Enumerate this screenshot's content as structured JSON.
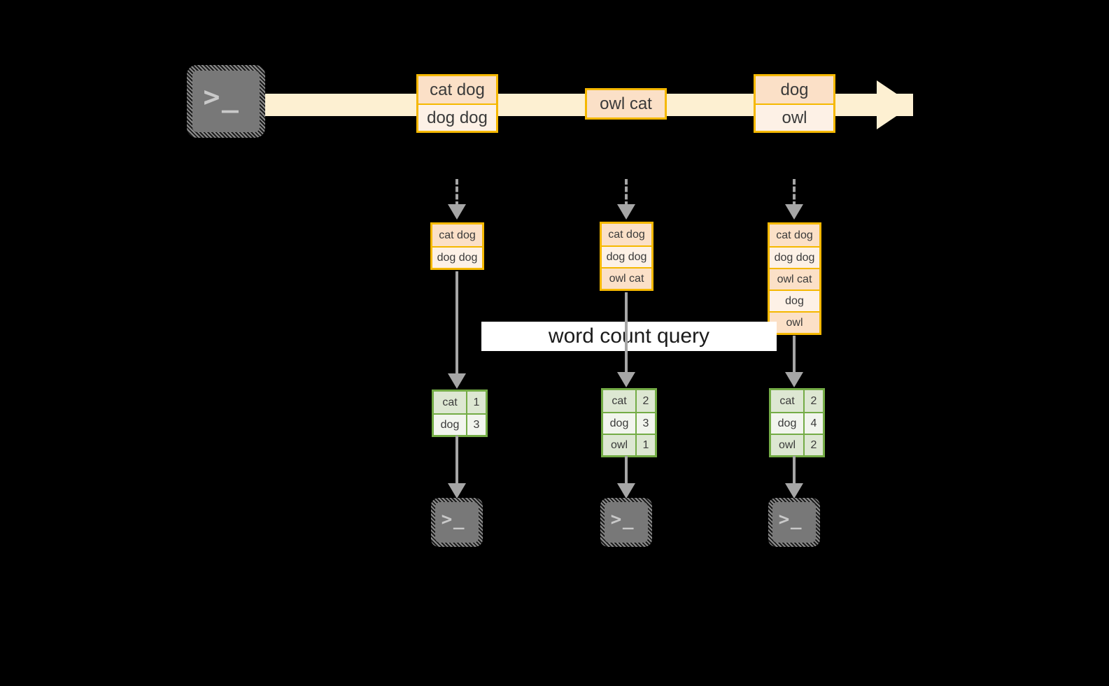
{
  "diagram": {
    "title": "word count streaming query",
    "colors": {
      "background": "#000000",
      "stream_fill": "#fdf0d2",
      "record_border": "#f5b800",
      "record_fill_dark": "#fbe0c7",
      "record_fill_light": "#fdf1e6",
      "result_border": "#74ac46",
      "result_fill_dark": "#dde7d2",
      "result_fill_light": "#f2f5ee",
      "connector": "#a6a6a6",
      "terminal_body": "#787878",
      "label_background": "#ffffff"
    },
    "source": {
      "icon": "terminal-icon",
      "glyph": ">_"
    },
    "stream": {
      "groups": [
        {
          "id": "batch-1",
          "records": [
            {
              "text": "cat dog",
              "shade": "dark"
            },
            {
              "text": "dog dog",
              "shade": "light"
            }
          ]
        },
        {
          "id": "batch-2",
          "records": [
            {
              "text": "owl cat",
              "shade": "dark"
            }
          ]
        },
        {
          "id": "batch-3",
          "records": [
            {
              "text": "dog",
              "shade": "dark"
            },
            {
              "text": "owl",
              "shade": "light"
            }
          ]
        }
      ]
    },
    "query_label": "word count query",
    "columns": [
      {
        "id": "snapshot-1",
        "input_records": [
          {
            "text": "cat dog",
            "shade": "dark"
          },
          {
            "text": "dog dog",
            "shade": "light"
          }
        ],
        "result_rows": [
          {
            "word": "cat",
            "count": "1",
            "shade": "dark"
          },
          {
            "word": "dog",
            "count": "3",
            "shade": "light"
          }
        ],
        "sink": {
          "icon": "terminal-icon",
          "glyph": ">_"
        }
      },
      {
        "id": "snapshot-2",
        "input_records": [
          {
            "text": "cat dog",
            "shade": "dark"
          },
          {
            "text": "dog dog",
            "shade": "light"
          },
          {
            "text": "owl cat",
            "shade": "dark"
          }
        ],
        "result_rows": [
          {
            "word": "cat",
            "count": "2",
            "shade": "dark"
          },
          {
            "word": "dog",
            "count": "3",
            "shade": "light"
          },
          {
            "word": "owl",
            "count": "1",
            "shade": "dark"
          }
        ],
        "sink": {
          "icon": "terminal-icon",
          "glyph": ">_"
        }
      },
      {
        "id": "snapshot-3",
        "input_records": [
          {
            "text": "cat dog",
            "shade": "dark"
          },
          {
            "text": "dog dog",
            "shade": "light"
          },
          {
            "text": "owl cat",
            "shade": "dark"
          },
          {
            "text": "dog",
            "shade": "light"
          },
          {
            "text": "owl",
            "shade": "dark"
          }
        ],
        "result_rows": [
          {
            "word": "cat",
            "count": "2",
            "shade": "dark"
          },
          {
            "word": "dog",
            "count": "4",
            "shade": "light"
          },
          {
            "word": "owl",
            "count": "2",
            "shade": "dark"
          }
        ],
        "sink": {
          "icon": "terminal-icon",
          "glyph": ">_"
        }
      }
    ]
  }
}
